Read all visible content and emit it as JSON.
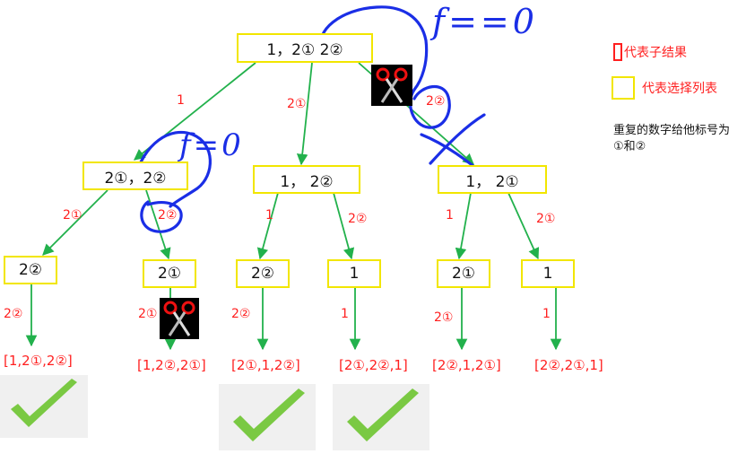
{
  "tree": {
    "root": "1，2①  2②",
    "level1": [
      "2①，2②",
      "1，  2②",
      "1，  2①"
    ],
    "level2": [
      "2②",
      "2①",
      "2②",
      "1",
      "2①",
      "1"
    ]
  },
  "edge_labels": {
    "root_left": "1",
    "root_mid": "2①",
    "root_right": "2②",
    "a_left": "2①",
    "a_right": "2②",
    "b_left": "1",
    "b_right": "2②",
    "c_left": "1",
    "c_right": "2①",
    "leaf1": "2②",
    "leaf2": "2①",
    "leaf3": "2②",
    "leaf4": "1",
    "leaf5": "2①",
    "leaf6": "1"
  },
  "results": [
    "[1,2①,2②]",
    "[1,2②,2①]",
    "[2①,1,2②]",
    "[2①,2②,1]",
    "[2②,1,2①]",
    "[2②,2①,1]"
  ],
  "legend": {
    "result_text": "代表子结果",
    "choice_text": "代表选择列表",
    "note": "重复的数字给他标号为①和②"
  },
  "annotations": {
    "top": "f==0",
    "left": "f=0"
  },
  "colors": {
    "node_border": "#f2e600",
    "edge": "#22b14c",
    "label": "#ff1f1f",
    "ink": "#1a2ee6",
    "check": "#7ac943"
  }
}
